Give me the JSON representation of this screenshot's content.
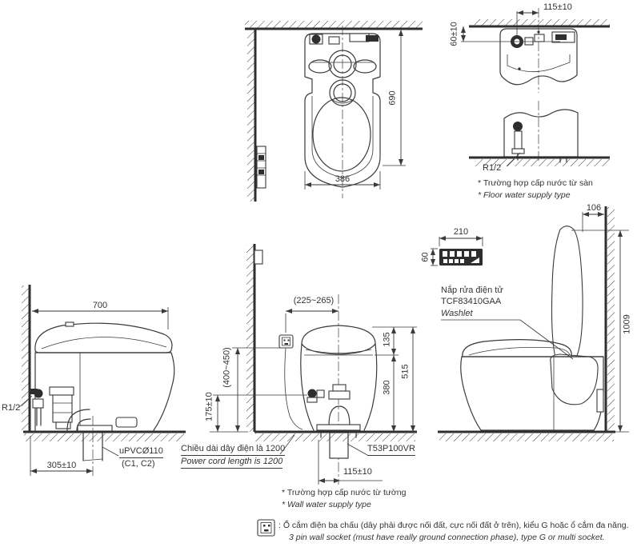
{
  "document": {
    "type": "technical-installation-drawing",
    "product": "One-piece toilet with electronic washlet"
  },
  "colors": {
    "line": "#3a3a3a",
    "text": "#333333",
    "background": "#ffffff",
    "remote_fill": "#2e2e2e"
  },
  "views": {
    "top_view": {
      "dim_depth": "690",
      "dim_width": "386"
    },
    "floor_supply": {
      "dim_horizontal": "115±10",
      "dim_vertical": "60±10",
      "pipe_label": "R1/2",
      "note_vi": "* Trường hợp cấp nước từ sàn",
      "note_en": "* Floor water supply type"
    },
    "side_view": {
      "dim_lid_to_wall": "106",
      "dim_height": "1009",
      "remote_width": "210",
      "remote_height": "60",
      "washlet_line1": "Nắp rửa điện tử",
      "washlet_line2": "TCF83410GAA",
      "washlet_line3": "Washlet"
    },
    "side_section": {
      "dim_length": "700",
      "pipe_label": "R1/2",
      "dim_drain_to_wall": "305±10",
      "drain_line1": "uPVCØ110",
      "drain_line2": "(C1, C2)"
    },
    "rear_view": {
      "dim_socket_horizontal": "(225~265)",
      "dim_socket_height": "(400~450)",
      "dim_seat_height": "135",
      "dim_rim_height": "380",
      "dim_total_height": "515",
      "dim_inlet_height": "175±10",
      "dim_drain_offset": "115±10",
      "cord_note_vi": "Chiều dài dây điện là 1200",
      "cord_note_en": "Power cord length is 1200",
      "drain_label": "T53P100VR"
    },
    "footnotes": {
      "wall_supply_vi": "* Trường hợp cấp nước từ tường",
      "wall_supply_en": "* Wall water supply type",
      "socket_note_vi": ": Ổ cắm điện ba chấu (dây phải được nối đất, cực nối đất ở trên), kiểu G hoặc ổ cắm đa năng.",
      "socket_note_en": "3 pin wall socket (must have really ground connection phase), type G or multi socket."
    }
  }
}
